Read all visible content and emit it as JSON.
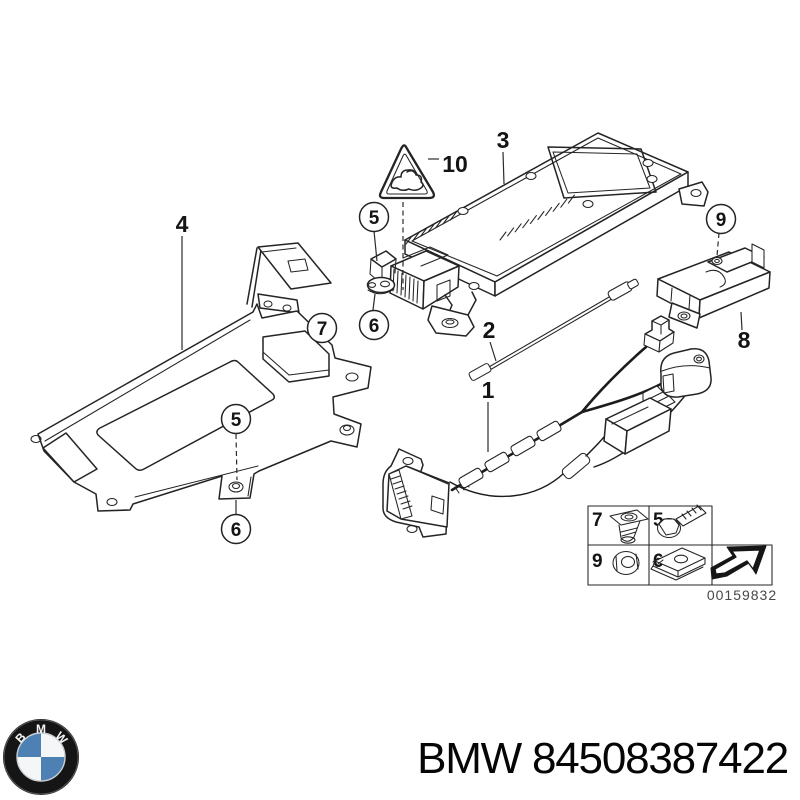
{
  "colors": {
    "roundel_blue": "#4d80b3",
    "roundel_black": "#151515",
    "doc_number": "#474747"
  },
  "branding": {
    "part_label": "BMW 84508387422",
    "logo_letters": {
      "b": "B",
      "m": "M",
      "w": "W"
    }
  },
  "callout_labels": {
    "item1": "1",
    "item2": "2",
    "item3": "3",
    "item4": "4",
    "item8": "8",
    "item10": "10",
    "bolt_top": "5",
    "clip_top": "6",
    "pad": "7",
    "bolt_bottom": "5",
    "clip_bottom": "6",
    "nut": "9"
  },
  "legend": {
    "cells": {
      "grommet": "7",
      "bolt": "5",
      "nut": "9",
      "clip": "6"
    },
    "doc_number": "00159832"
  }
}
